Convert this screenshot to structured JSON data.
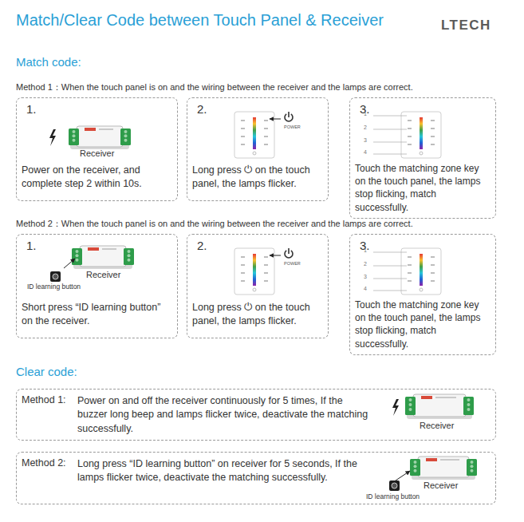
{
  "diagram": {
    "title": "Match/Clear Code between Touch Panel & Receiver",
    "nodes": [
      {
        "text": [
          "1.",
          "Power on the receiver, and complete step 2 within 10s."
        ]
      },
      {
        "text": [
          "2.",
          "Long press ⏻ on the touch panel, the lamps flicker."
        ]
      },
      {
        "text": [
          "3.",
          "Touch the matching zone key on the touch panel, the lamps stop flicking, match successfully."
        ]
      },
      {
        "text": [
          "1.",
          "Short press “ID learning button” on the receiver."
        ]
      },
      {
        "text": [
          "2.",
          "Long press ⏻ on the touch panel, the lamps flicker."
        ]
      },
      {
        "text": [
          "3.",
          "Touch the matching zone key on the touch panel, the lamps stop flicking, match successfully."
        ]
      },
      {
        "text": [
          "Method 1:",
          "Power on and off the receiver continuously for 5 times, If the buzzer long beep and lamps flicker twice, deactivate the matching successfully."
        ]
      },
      {
        "text": [
          "Method 2:",
          "Long press “ID learning button” on receiver for 5 seconds, If the lamps flicker twice, deactivate the matching successfully."
        ]
      }
    ],
    "labels": [
      "LTECH",
      "Match code:",
      "Method 1：When the touch panel is on and the wiring between the receiver and the lamps are correct.",
      "Receiver",
      "POWER",
      "1",
      "2",
      "3",
      "4",
      "Method 2：When the touch panel is on and the wiring between the receiver and the lamps are correct.",
      "ID learning button",
      "Receiver",
      "POWER",
      "1",
      "2",
      "3",
      "4",
      "Clear code:",
      "Receiver",
      "Receiver",
      "ID learning button"
    ]
  }
}
